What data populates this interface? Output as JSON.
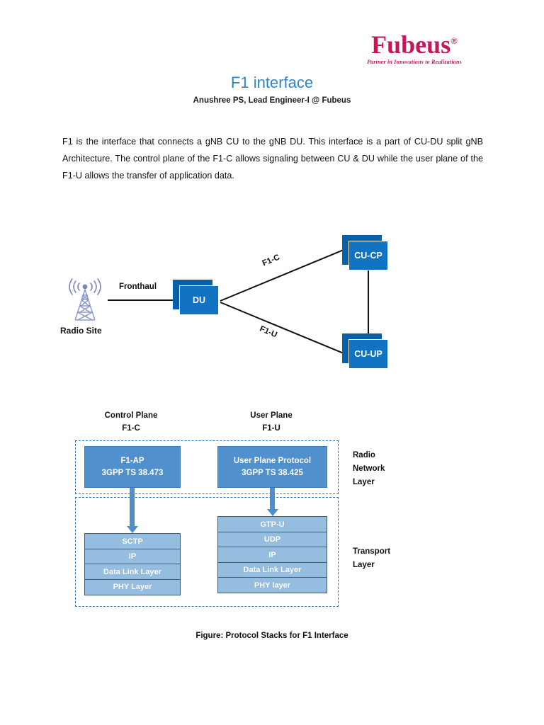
{
  "logo": {
    "word": "Fubeus",
    "registered": "®",
    "tagline": "Partner in Innovations to Realizations",
    "color": "#c2185b"
  },
  "header": {
    "title": "F1 interface",
    "title_color": "#2e86c8",
    "subtitle": "Anushree PS, Lead Engineer-I @ Fubeus"
  },
  "body": {
    "paragraph": "F1 is the interface that connects a gNB CU to the gNB DU. This interface is a part of CU-DU split gNB Architecture. The control plane of the F1-C allows signaling between CU & DU while the user plane of the F1-U allows the transfer of application data."
  },
  "network_diagram": {
    "nodes": [
      {
        "id": "du",
        "label": "DU"
      },
      {
        "id": "cu-cp",
        "label": "CU-CP"
      },
      {
        "id": "cu-up",
        "label": "CU-UP"
      }
    ],
    "labels": {
      "fronthaul": "Fronthaul",
      "radio_site": "Radio Site",
      "f1c": "F1-C",
      "f1u": "F1-U"
    },
    "colors": {
      "node_front": "#1173c2",
      "node_back": "#0b5fa5",
      "tower": "#7a87bd",
      "line": "#111111"
    }
  },
  "stack_figure": {
    "headings": {
      "control_plane": "Control Plane",
      "control_plane_if": "F1-C",
      "user_plane": "User Plane",
      "user_plane_if": "F1-U"
    },
    "radio_network_layer": {
      "control": {
        "name": "F1-AP",
        "spec": "3GPP TS 38.473"
      },
      "user": {
        "name": "User Plane Protocol",
        "spec": "3GPP TS 38.425"
      }
    },
    "transport_layer": {
      "control_stack": [
        "SCTP",
        "IP",
        "Data Link Layer",
        "PHY Layer"
      ],
      "user_stack": [
        "GTP-U",
        "UDP",
        "IP",
        "Data Link Layer",
        "PHY layer"
      ]
    },
    "side_labels": {
      "radio_network_layer": "Radio\nNetwork\n Layer",
      "transport_layer": "Transport\nLayer"
    },
    "colors": {
      "rnl_box": "#4f90cd",
      "stack_box": "#95bde0",
      "dashed_border": "#2f6fad",
      "arrow": "#4d8fc9"
    },
    "caption": "Figure: Protocol Stacks for F1 Interface"
  }
}
